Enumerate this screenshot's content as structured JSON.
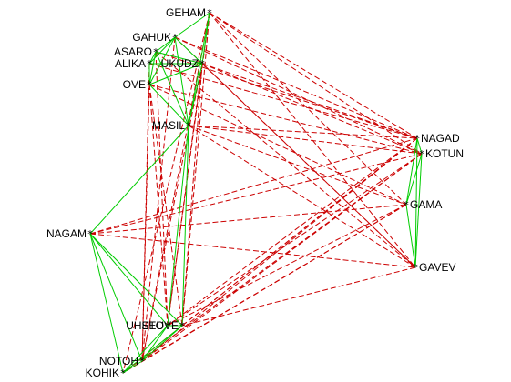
{
  "colors": {
    "green_edge": "#00cc00",
    "red_edge": "#cc0000",
    "label": "#000000",
    "background": "#ffffff"
  },
  "nodes": [
    {
      "id": "GEHAM"
    },
    {
      "id": "GAHUK"
    },
    {
      "id": "ASARO"
    },
    {
      "id": "ALIKA"
    },
    {
      "id": "UKUDZ"
    },
    {
      "id": "OVE"
    },
    {
      "id": "MASIL"
    },
    {
      "id": "NAGAD"
    },
    {
      "id": "KOTUN"
    },
    {
      "id": "GAMA"
    },
    {
      "id": "GAVEV"
    },
    {
      "id": "NAGAM"
    },
    {
      "id": "UHETO"
    },
    {
      "id": "SEUVE"
    },
    {
      "id": "NOTOH"
    },
    {
      "id": "KOHIK"
    }
  ],
  "edges": {
    "positive": [
      [
        "GEHAM",
        "GAHUK"
      ],
      [
        "GEHAM",
        "UKUDZ"
      ],
      [
        "GEHAM",
        "MASIL"
      ],
      [
        "GAHUK",
        "ASARO"
      ],
      [
        "GAHUK",
        "ALIKA"
      ],
      [
        "GAHUK",
        "UKUDZ"
      ],
      [
        "GAHUK",
        "OVE"
      ],
      [
        "GAHUK",
        "MASIL"
      ],
      [
        "ASARO",
        "ALIKA"
      ],
      [
        "ASARO",
        "UKUDZ"
      ],
      [
        "ASARO",
        "OVE"
      ],
      [
        "ASARO",
        "MASIL"
      ],
      [
        "ALIKA",
        "UKUDZ"
      ],
      [
        "ALIKA",
        "OVE"
      ],
      [
        "UKUDZ",
        "OVE"
      ],
      [
        "UKUDZ",
        "MASIL"
      ],
      [
        "OVE",
        "MASIL"
      ],
      [
        "MASIL",
        "NAGAM"
      ],
      [
        "MASIL",
        "UHETO"
      ],
      [
        "MASIL",
        "SEUVE"
      ],
      [
        "NAGAD",
        "KOTUN"
      ],
      [
        "NAGAD",
        "GAMA"
      ],
      [
        "NAGAD",
        "GAVEV"
      ],
      [
        "KOTUN",
        "GAMA"
      ],
      [
        "KOTUN",
        "GAVEV"
      ],
      [
        "GAMA",
        "GAVEV"
      ],
      [
        "NAGAM",
        "UHETO"
      ],
      [
        "NAGAM",
        "NOTOH"
      ],
      [
        "NAGAM",
        "KOHIK"
      ],
      [
        "NAGAM",
        "SEUVE"
      ],
      [
        "UHETO",
        "SEUVE"
      ],
      [
        "UHETO",
        "NOTOH"
      ],
      [
        "UHETO",
        "KOHIK"
      ],
      [
        "SEUVE",
        "NOTOH"
      ],
      [
        "SEUVE",
        "KOHIK"
      ],
      [
        "NOTOH",
        "KOHIK"
      ]
    ],
    "negative": [
      [
        "GEHAM",
        "NAGAD"
      ],
      [
        "GEHAM",
        "KOTUN"
      ],
      [
        "GEHAM",
        "GAMA"
      ],
      [
        "GEHAM",
        "GAVEV"
      ],
      [
        "GEHAM",
        "UHETO"
      ],
      [
        "GEHAM",
        "NOTOH"
      ],
      [
        "GEHAM",
        "KOHIK"
      ],
      [
        "GEHAM",
        "SEUVE"
      ],
      [
        "GAHUK",
        "NAGAD"
      ],
      [
        "GAHUK",
        "KOTUN"
      ],
      [
        "GAHUK",
        "GAVEV"
      ],
      [
        "GAHUK",
        "NOTOH"
      ],
      [
        "ASARO",
        "NAGAD"
      ],
      [
        "ASARO",
        "GAVEV"
      ],
      [
        "ASARO",
        "UHETO"
      ],
      [
        "ALIKA",
        "NAGAD"
      ],
      [
        "ALIKA",
        "NOTOH"
      ],
      [
        "UKUDZ",
        "NAGAD"
      ],
      [
        "UKUDZ",
        "KOTUN"
      ],
      [
        "UKUDZ",
        "GAVEV"
      ],
      [
        "UKUDZ",
        "UHETO"
      ],
      [
        "UKUDZ",
        "SEUVE"
      ],
      [
        "UKUDZ",
        "NOTOH"
      ],
      [
        "OVE",
        "KOTUN"
      ],
      [
        "OVE",
        "GAMA"
      ],
      [
        "OVE",
        "UHETO"
      ],
      [
        "OVE",
        "NOTOH"
      ],
      [
        "OVE",
        "SEUVE"
      ],
      [
        "MASIL",
        "NAGAD"
      ],
      [
        "MASIL",
        "KOTUN"
      ],
      [
        "MASIL",
        "GAMA"
      ],
      [
        "MASIL",
        "GAVEV"
      ],
      [
        "NAGAM",
        "NAGAD"
      ],
      [
        "NAGAM",
        "KOTUN"
      ],
      [
        "NAGAM",
        "GAMA"
      ],
      [
        "NAGAM",
        "GAVEV"
      ],
      [
        "NAGAD",
        "UHETO"
      ],
      [
        "NAGAD",
        "NOTOH"
      ],
      [
        "NAGAD",
        "KOHIK"
      ],
      [
        "NAGAD",
        "SEUVE"
      ],
      [
        "KOTUN",
        "UHETO"
      ],
      [
        "KOTUN",
        "NOTOH"
      ],
      [
        "KOTUN",
        "KOHIK"
      ],
      [
        "GAMA",
        "UHETO"
      ],
      [
        "GAMA",
        "NOTOH"
      ],
      [
        "GAMA",
        "KOHIK"
      ],
      [
        "GAVEV",
        "SEUVE"
      ]
    ]
  }
}
